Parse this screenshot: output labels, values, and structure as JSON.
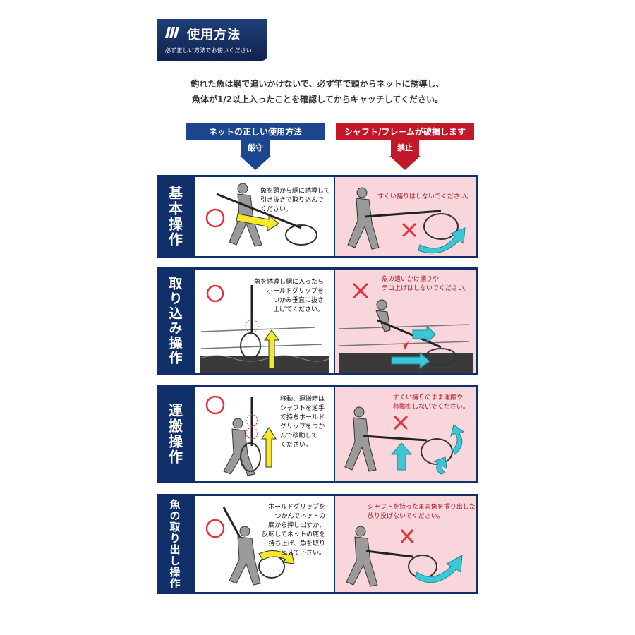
{
  "header": {
    "title": "使用方法",
    "subtitle": "必ず正しい方法でお使いください"
  },
  "intro": {
    "line1": "釣れた魚は網で追いかけないで、必ず竿で頭からネットに誘導し、",
    "line2": "魚体が1/2以上入ったことを確認してからキャッチしてください。"
  },
  "columns": {
    "ok": {
      "label": "ネットの正しい使用方法",
      "badge": "厳守",
      "color": "#1c4690"
    },
    "ng": {
      "label": "シャフト/フレームが破損します",
      "badge": "禁止",
      "color": "#c3172a"
    }
  },
  "colors": {
    "navy": "#11306a",
    "ng_bg": "#f9d5dc",
    "arrow_yellow": "#f4e829",
    "arrow_cyan": "#3cc6d6",
    "ok_mark": "#e2323c",
    "ng_mark": "#e2323c"
  },
  "rows": [
    {
      "label": "基本操作",
      "ok_text": [
        "魚を頭から網に誘導して",
        "引き抜きで取り込んで",
        "ください。"
      ],
      "ng_text": [
        "すくい捕りはしないでください。"
      ]
    },
    {
      "label": "取り込み操作",
      "ok_text": [
        "魚を誘導し網に入ったら",
        "ホールドグリップを",
        "つかみ垂直に抜き",
        "上げてください。"
      ],
      "ng_text": [
        "魚の追いかけ捕りや",
        "テコ上げはしないでください。"
      ]
    },
    {
      "label": "運搬操作",
      "ok_text": [
        "移動、運搬時は",
        "シャフトを逆手",
        "で持ちホールド",
        "グリップをつか",
        "んで移動して",
        "ください。"
      ],
      "ng_text": [
        "すくい捕りのまま運搬や",
        "移動をしないでください。"
      ]
    },
    {
      "label": "魚の取り出し操作",
      "ok_text": [
        "ホールドグリップを",
        "つかんでネットの",
        "底から押し出すか、",
        "反転してネットの底を",
        "持ち上げ、魚を取り",
        "出して下さい。"
      ],
      "ng_text": [
        "シャフトを持ったまま魚を振り出したり",
        "放り投げないでください。"
      ]
    }
  ]
}
